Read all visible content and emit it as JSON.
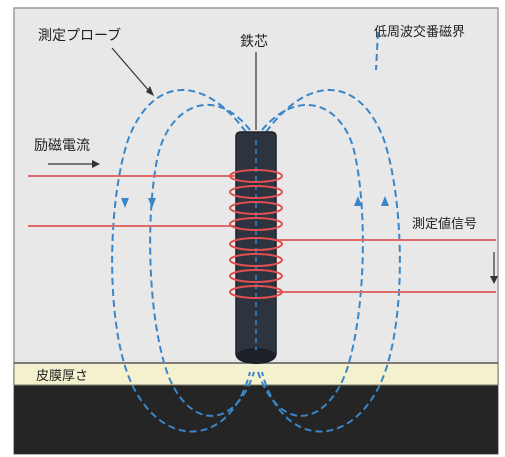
{
  "labels": {
    "probe": "測定プローブ",
    "core": "鉄芯",
    "field": "低周波交番磁界",
    "excitation": "励磁電流",
    "signal": "測定値信号",
    "thickness": "皮膜厚さ"
  },
  "colors": {
    "background": "#e8e8e8",
    "field_lines": "#3a86c8",
    "current_lines": "#e06a6a",
    "coil": "#e05050",
    "core": "#2d3440",
    "coating": "#f4f1cf",
    "substrate": "#252525",
    "text": "#222222"
  }
}
